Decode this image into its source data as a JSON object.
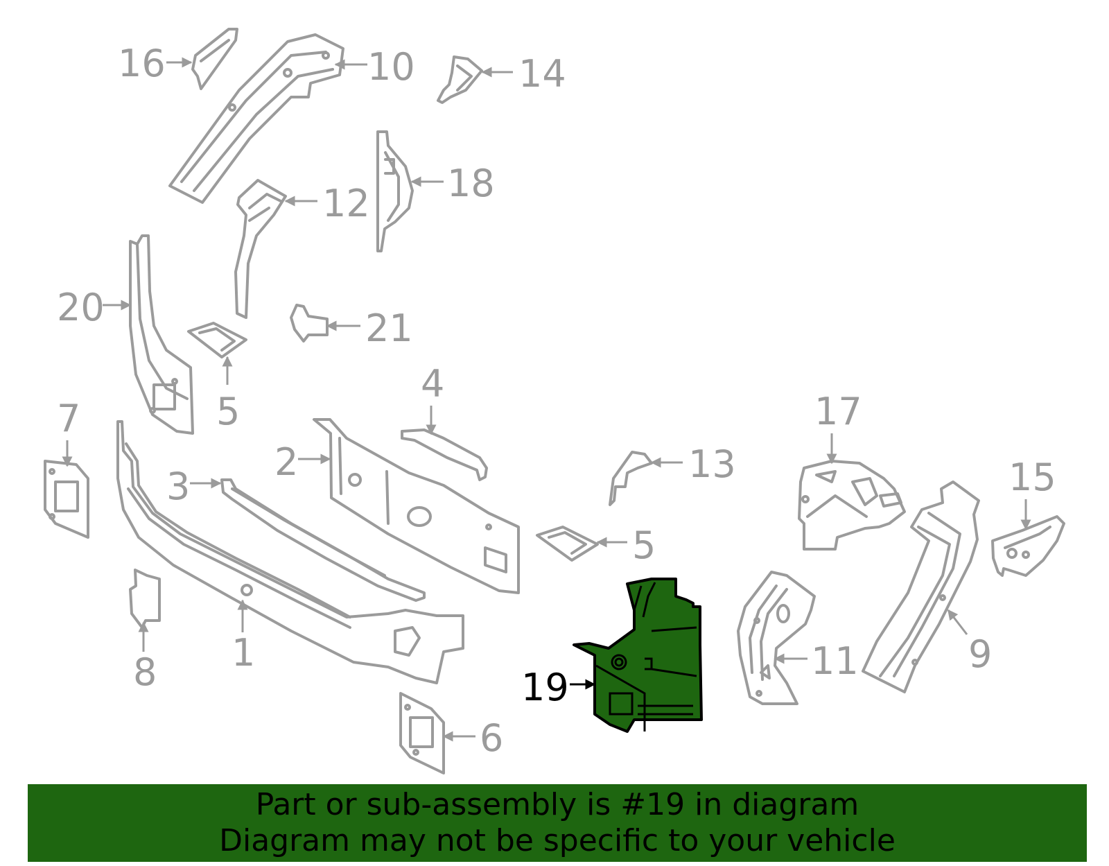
{
  "labels": {
    "l1": "1",
    "l2": "2",
    "l3": "3",
    "l4": "4",
    "l5a": "5",
    "l5b": "5",
    "l6": "6",
    "l7": "7",
    "l8": "8",
    "l9": "9",
    "l10": "10",
    "l11": "11",
    "l12": "12",
    "l13": "13",
    "l14": "14",
    "l15": "15",
    "l16": "16",
    "l17": "17",
    "l18": "18",
    "l19": "19",
    "l20": "20",
    "l21": "21"
  },
  "highlight": {
    "part": "19",
    "color": "#1e6610"
  },
  "banner": {
    "line1": "Part or sub-assembly is #19 in diagram",
    "line2": "Diagram may not be specific to your vehicle",
    "background": "#1e6610"
  },
  "colors": {
    "part_outline": "#9b9b9b",
    "highlight_outline": "#000000"
  }
}
